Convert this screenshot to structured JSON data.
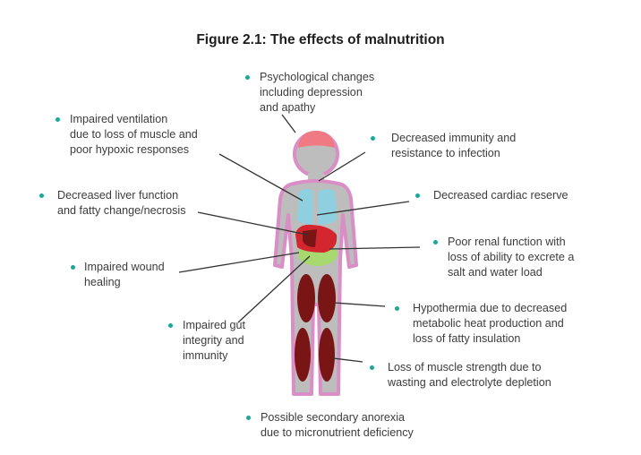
{
  "title": "Figure 2.1: The effects of malnutrition",
  "colors": {
    "bullet": "#19a89a",
    "body_outline": "#d98ec6",
    "body_fill": "#bdbdbd",
    "brain": "#f07a83",
    "lungs": "#8fd0e0",
    "heart_organs": "#d4262e",
    "kidney_gut": "#a8d870",
    "muscle": "#7a1515"
  },
  "effects": [
    {
      "id": "psychological",
      "lines": [
        "Psychological changes",
        "including depression",
        "and apathy"
      ]
    },
    {
      "id": "ventilation",
      "lines": [
        "Impaired ventilation",
        "due to loss of muscle and",
        "poor hypoxic responses"
      ]
    },
    {
      "id": "immunity",
      "lines": [
        "Decreased immunity and",
        "resistance to infection"
      ]
    },
    {
      "id": "liver",
      "lines": [
        "Decreased liver function",
        "and fatty change/necrosis"
      ]
    },
    {
      "id": "cardiac",
      "lines": [
        "Decreased cardiac reserve"
      ]
    },
    {
      "id": "renal",
      "lines": [
        "Poor renal function with",
        "loss of ability to excrete a",
        "salt and water load"
      ]
    },
    {
      "id": "wound",
      "lines": [
        "Impaired wound",
        "healing"
      ]
    },
    {
      "id": "hypothermia",
      "lines": [
        "Hypothermia due to decreased",
        "metabolic heat production and",
        "loss of fatty insulation"
      ]
    },
    {
      "id": "gut",
      "lines": [
        "Impaired gut",
        "integrity and",
        "immunity"
      ]
    },
    {
      "id": "muscle",
      "lines": [
        "Loss of muscle strength due to",
        "wasting and electrolyte depletion"
      ]
    },
    {
      "id": "anorexia",
      "lines": [
        "Possible secondary anorexia",
        "due to micronutrient deficiency"
      ]
    }
  ]
}
